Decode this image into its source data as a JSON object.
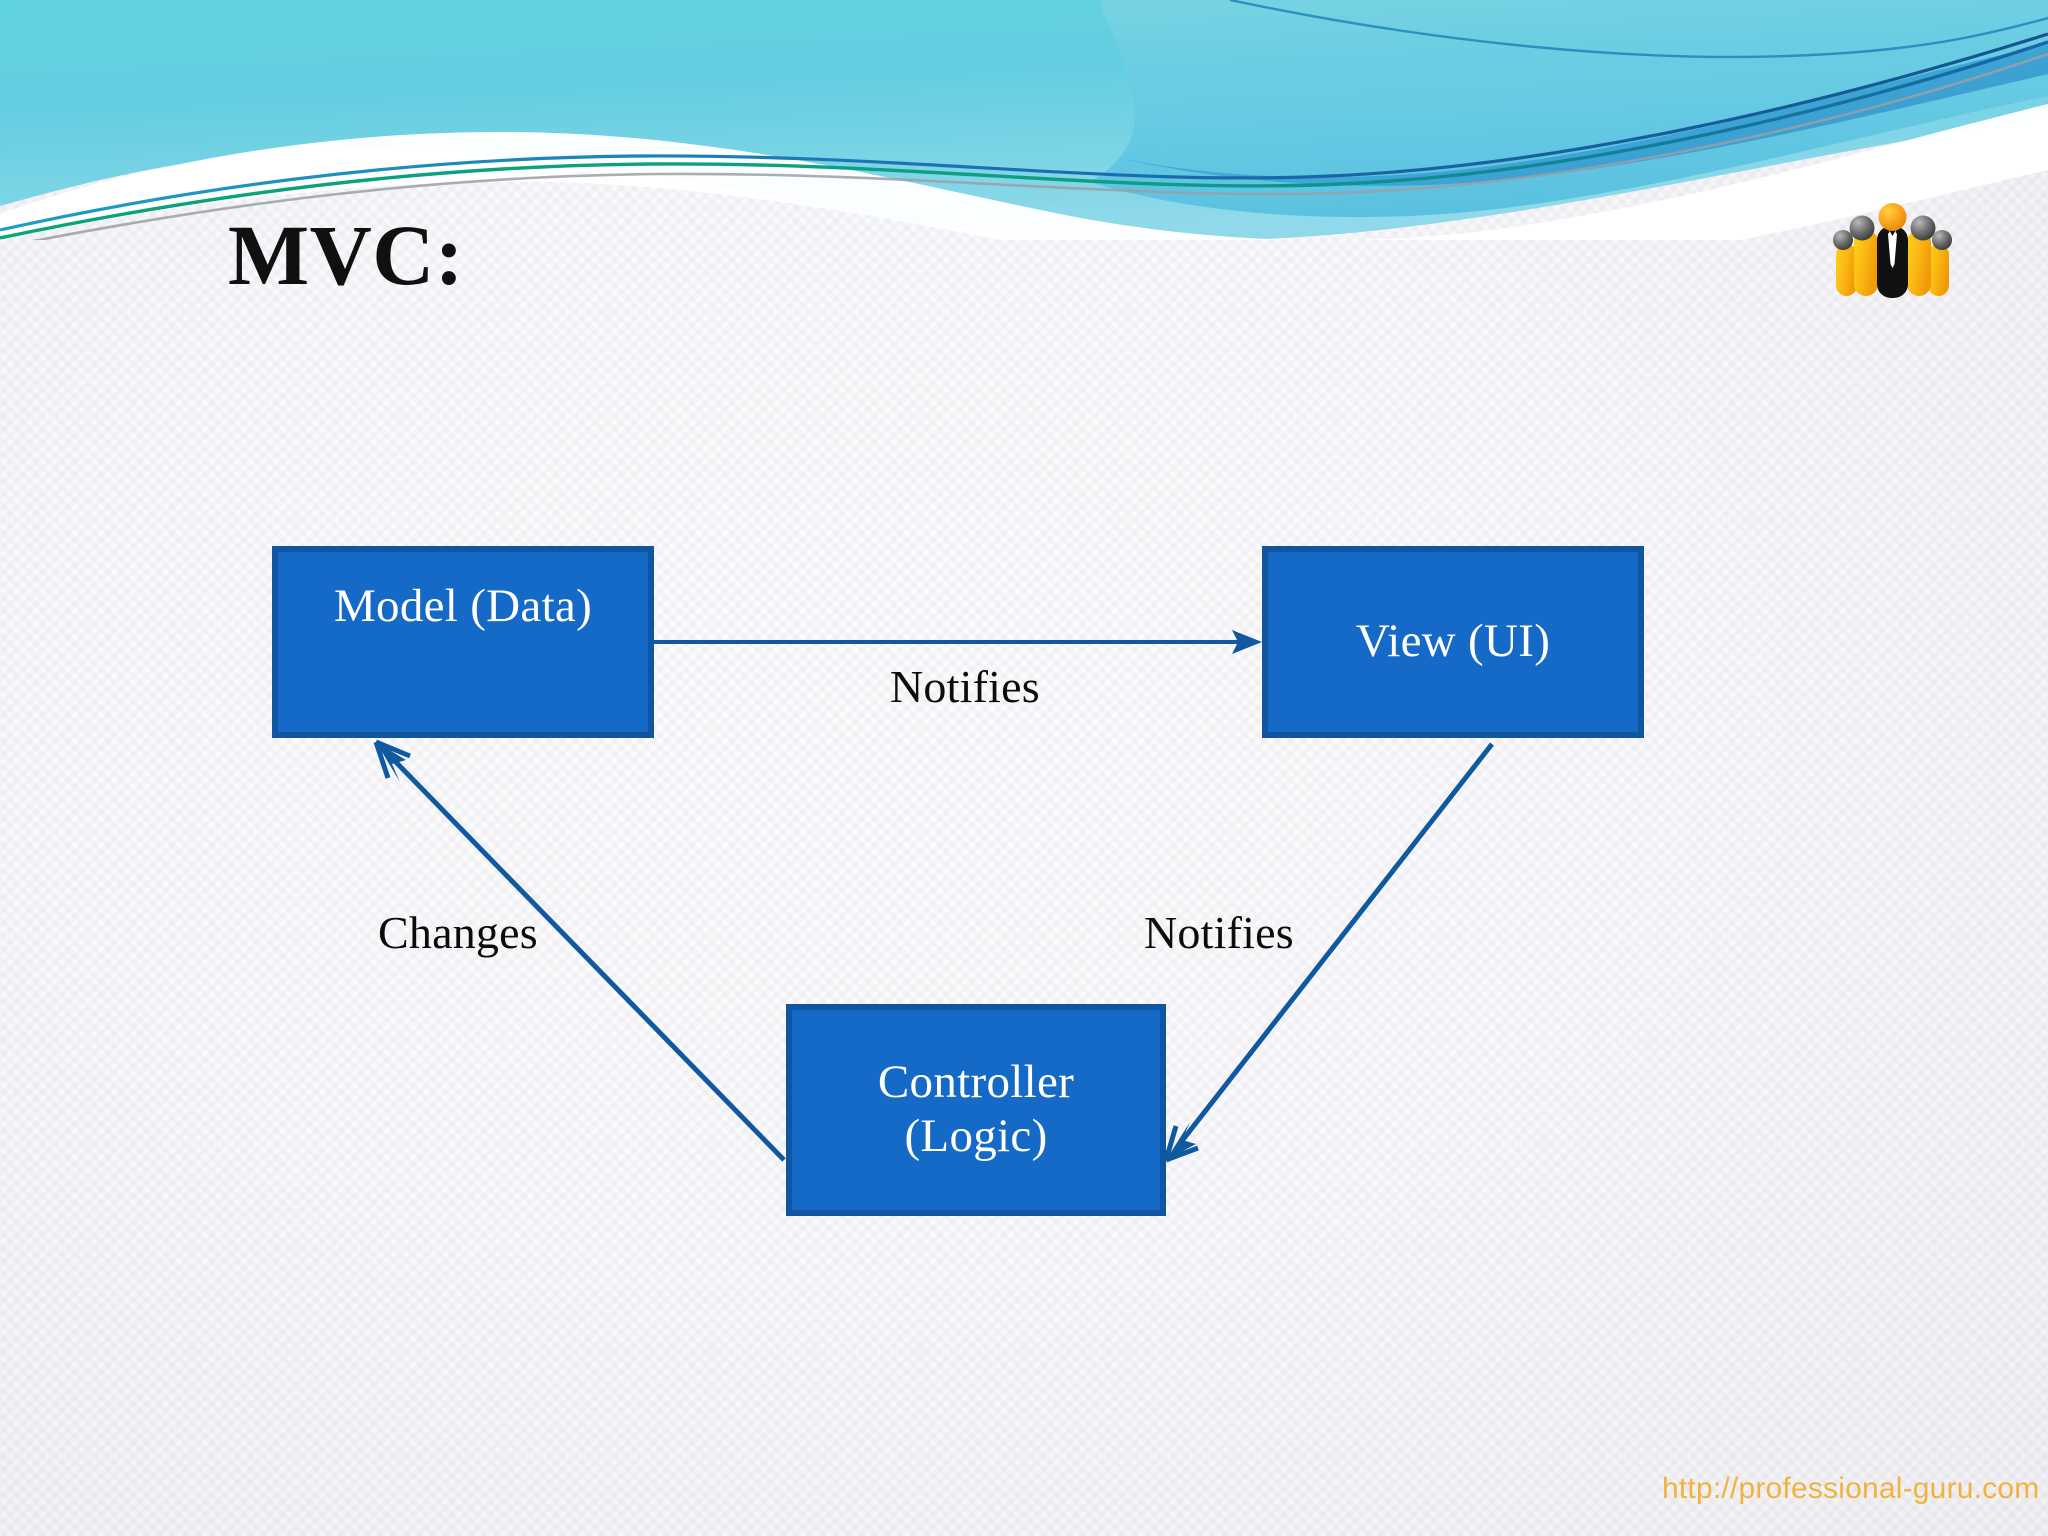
{
  "slide": {
    "title": "MVC:",
    "background_color": "#fcfcfd",
    "accent_color": "#1569c7"
  },
  "logo": {
    "name": "professional-guru-people-logo",
    "center_figure_head_color": "#f9a01b",
    "center_figure_body_color": "#111111",
    "tie_color": "#ffffff",
    "side_body_color": "#fbbe17",
    "side_head_color": "#5c5c5c"
  },
  "diagram": {
    "type": "flow",
    "nodes": [
      {
        "id": "model",
        "label": "Model (Data)",
        "label_line1": "Model (Data)",
        "label_line2": ""
      },
      {
        "id": "view",
        "label": "View (UI)",
        "label_line1": "View (UI)",
        "label_line2": ""
      },
      {
        "id": "controller",
        "label": "Controller (Logic)",
        "label_line1": "Controller",
        "label_line2": "(Logic)"
      }
    ],
    "edges": [
      {
        "from": "model",
        "to": "view",
        "label": "Notifies"
      },
      {
        "from": "view",
        "to": "controller",
        "label": "Notifies"
      },
      {
        "from": "controller",
        "to": "model",
        "label": "Changes"
      }
    ],
    "node_fill": "#1569c7",
    "node_border": "#0f559f",
    "node_text_color": "#ffffff",
    "arrow_color": "#10589f"
  },
  "footer": {
    "url": "http://professional-guru.com",
    "url_color": "#f2b33d"
  }
}
